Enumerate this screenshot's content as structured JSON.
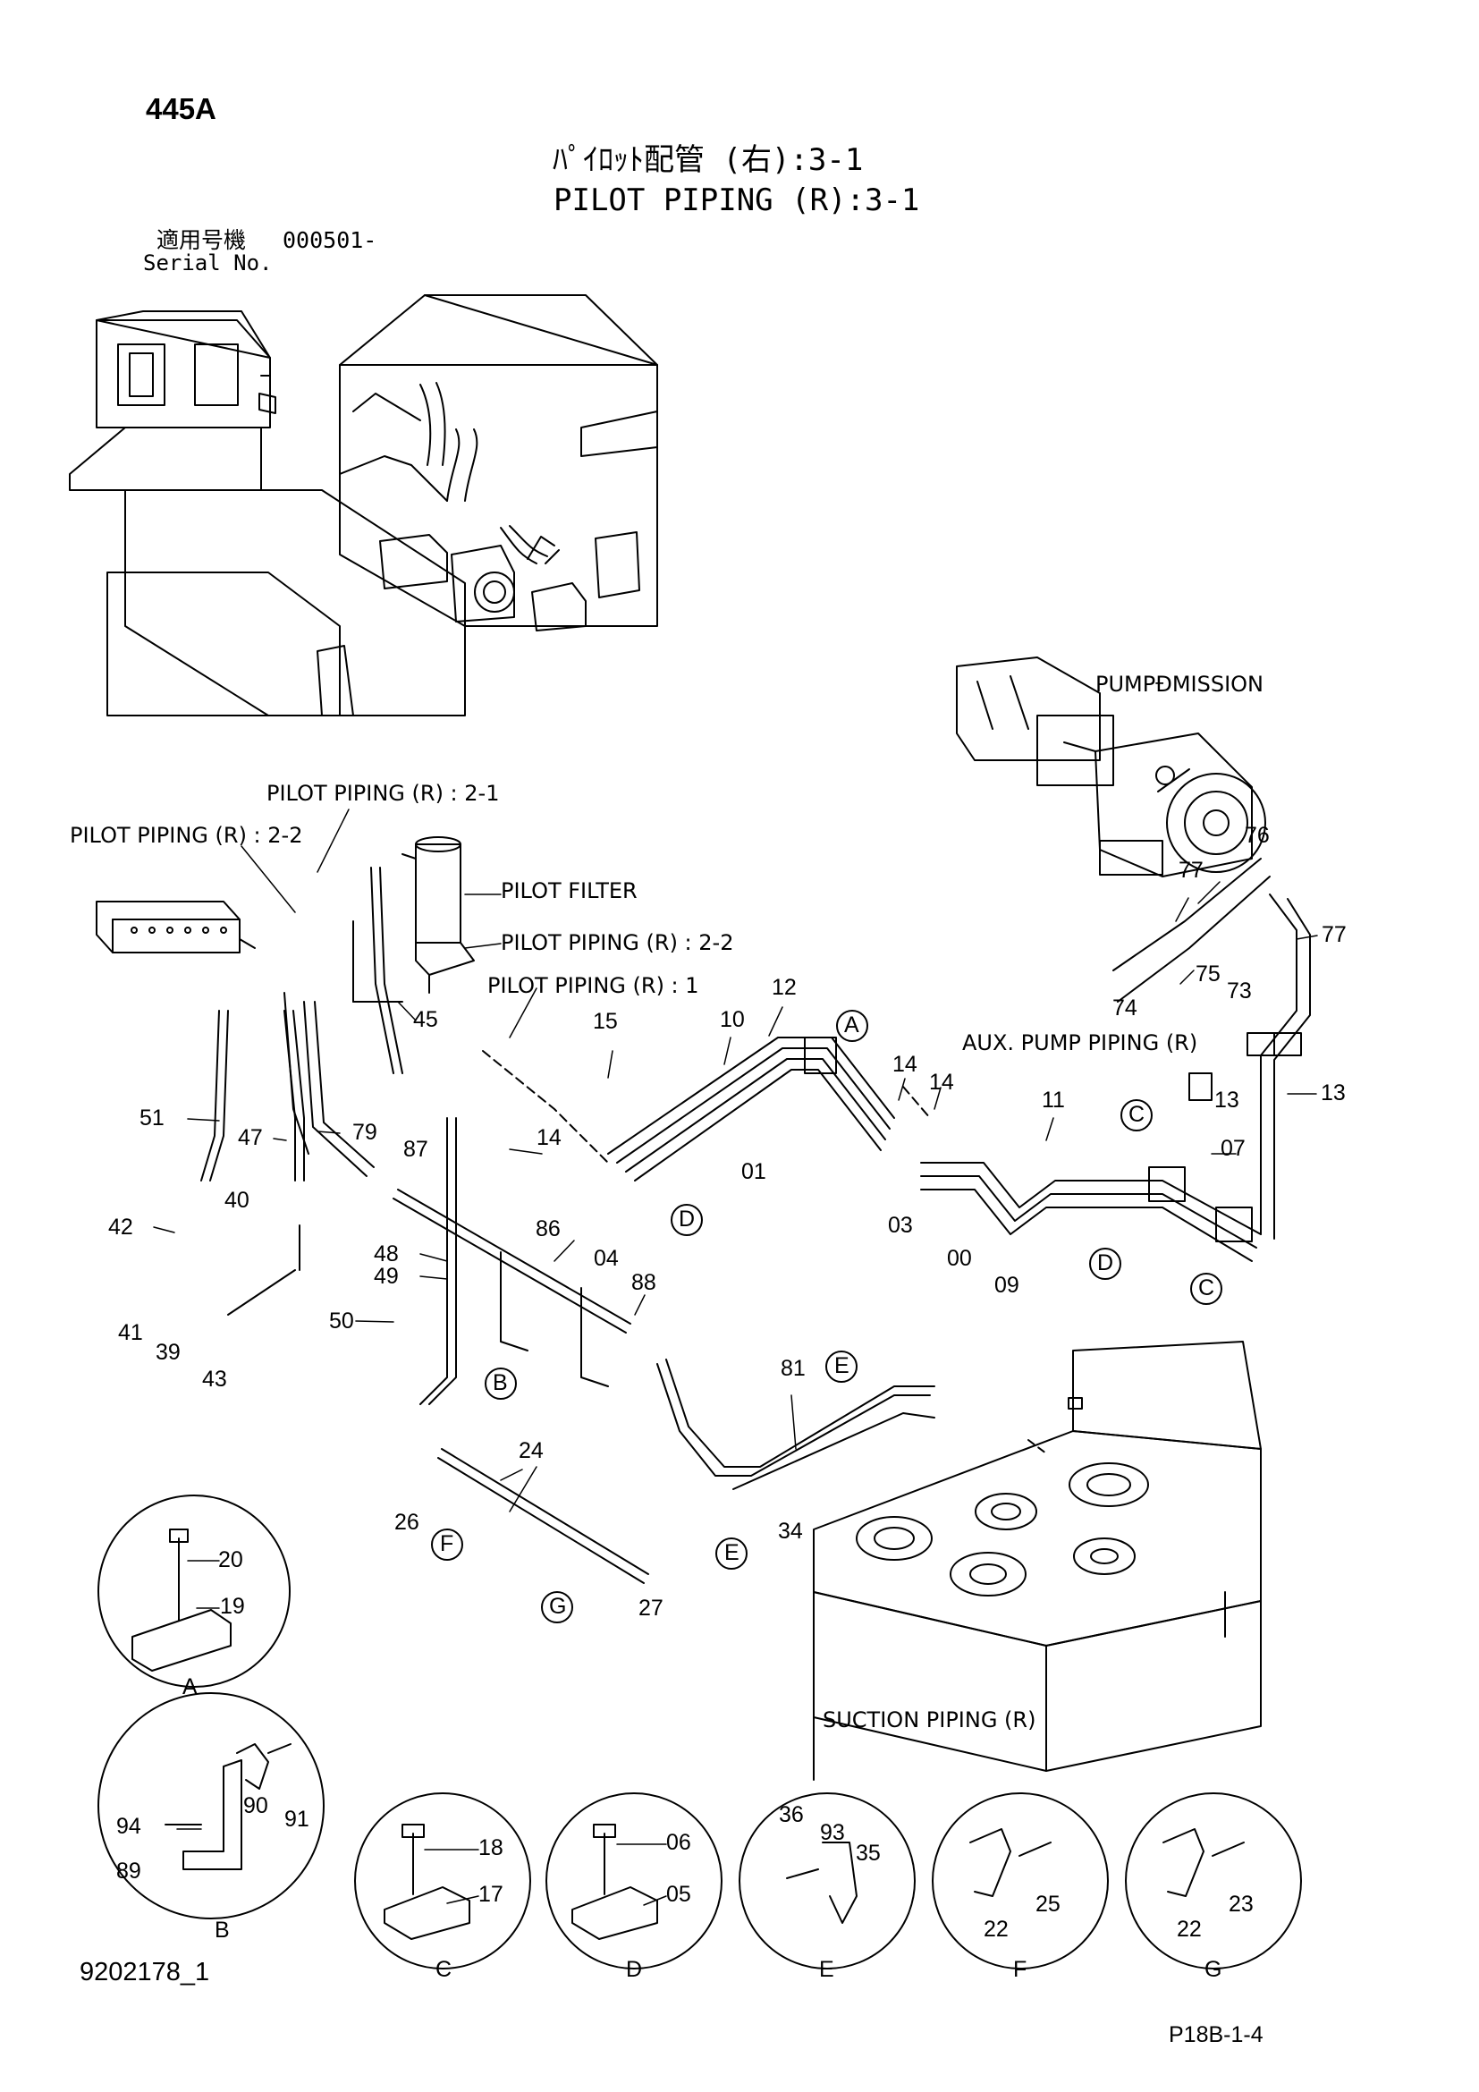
{
  "header": {
    "page_code": "445A",
    "title_jp": "ﾊﾟｲﾛｯﾄ配管 (右):3-1",
    "title_en": "PILOT PIPING (R):3-1",
    "serial_label_jp": "適用号機",
    "serial_value": "000501-",
    "serial_label_en": "Serial No."
  },
  "footer": {
    "drawing_id": "9202178_1",
    "page_ref": "P18B-1-4"
  },
  "section_labels": {
    "pump_mission": "PUMPÐMISSION",
    "pilot_piping_2_1": "PILOT PIPING (R) : 2-1",
    "pilot_piping_2_2_left": "PILOT PIPING (R) : 2-2",
    "pilot_filter": "PILOT FILTER",
    "pilot_piping_2_2": "PILOT PIPING (R) : 2-2",
    "pilot_piping_1": "PILOT PIPING (R) : 1",
    "aux_pump_piping": "AUX. PUMP PIPING (R)",
    "suction_piping": "SUCTION PIPING (R)"
  },
  "callouts": {
    "A": "A",
    "B1": "B",
    "C1": "C",
    "C2": "C",
    "D1": "D",
    "D2": "D",
    "E1": "E",
    "E2": "E",
    "F": "F",
    "G": "G"
  },
  "detail_letters": {
    "A": "A",
    "B": "B",
    "C": "C",
    "D": "D",
    "E": "E",
    "F": "F",
    "G": "G"
  },
  "part_numbers": {
    "p76": "76",
    "p77a": "77",
    "p77b": "77",
    "p75": "75",
    "p73": "73",
    "p74": "74",
    "p13a": "13",
    "p13b": "13",
    "p07": "07",
    "p11": "11",
    "p12": "12",
    "p10": "10",
    "p14a": "14",
    "p14b": "14",
    "p14c": "14",
    "p15": "15",
    "p01": "01",
    "p03": "03",
    "p00": "00",
    "p09": "09",
    "p04": "04",
    "p45": "45",
    "p79": "79",
    "p51": "51",
    "p47": "47",
    "p87": "87",
    "p86": "86",
    "p88": "88",
    "p48": "48",
    "p49": "49",
    "p50": "50",
    "p42": "42",
    "p40": "40",
    "p41": "41",
    "p39": "39",
    "p43": "43",
    "p81": "81",
    "p24": "24",
    "p26": "26",
    "p27": "27",
    "p34": "34",
    "p20": "20",
    "p19": "19",
    "p94": "94",
    "p89": "89",
    "p90": "90",
    "p91": "91",
    "p18": "18",
    "p17": "17",
    "p06": "06",
    "p05": "05",
    "p36": "36",
    "p93": "93",
    "p35": "35",
    "p22a": "22",
    "p25": "25",
    "p22b": "22",
    "p23": "23"
  }
}
